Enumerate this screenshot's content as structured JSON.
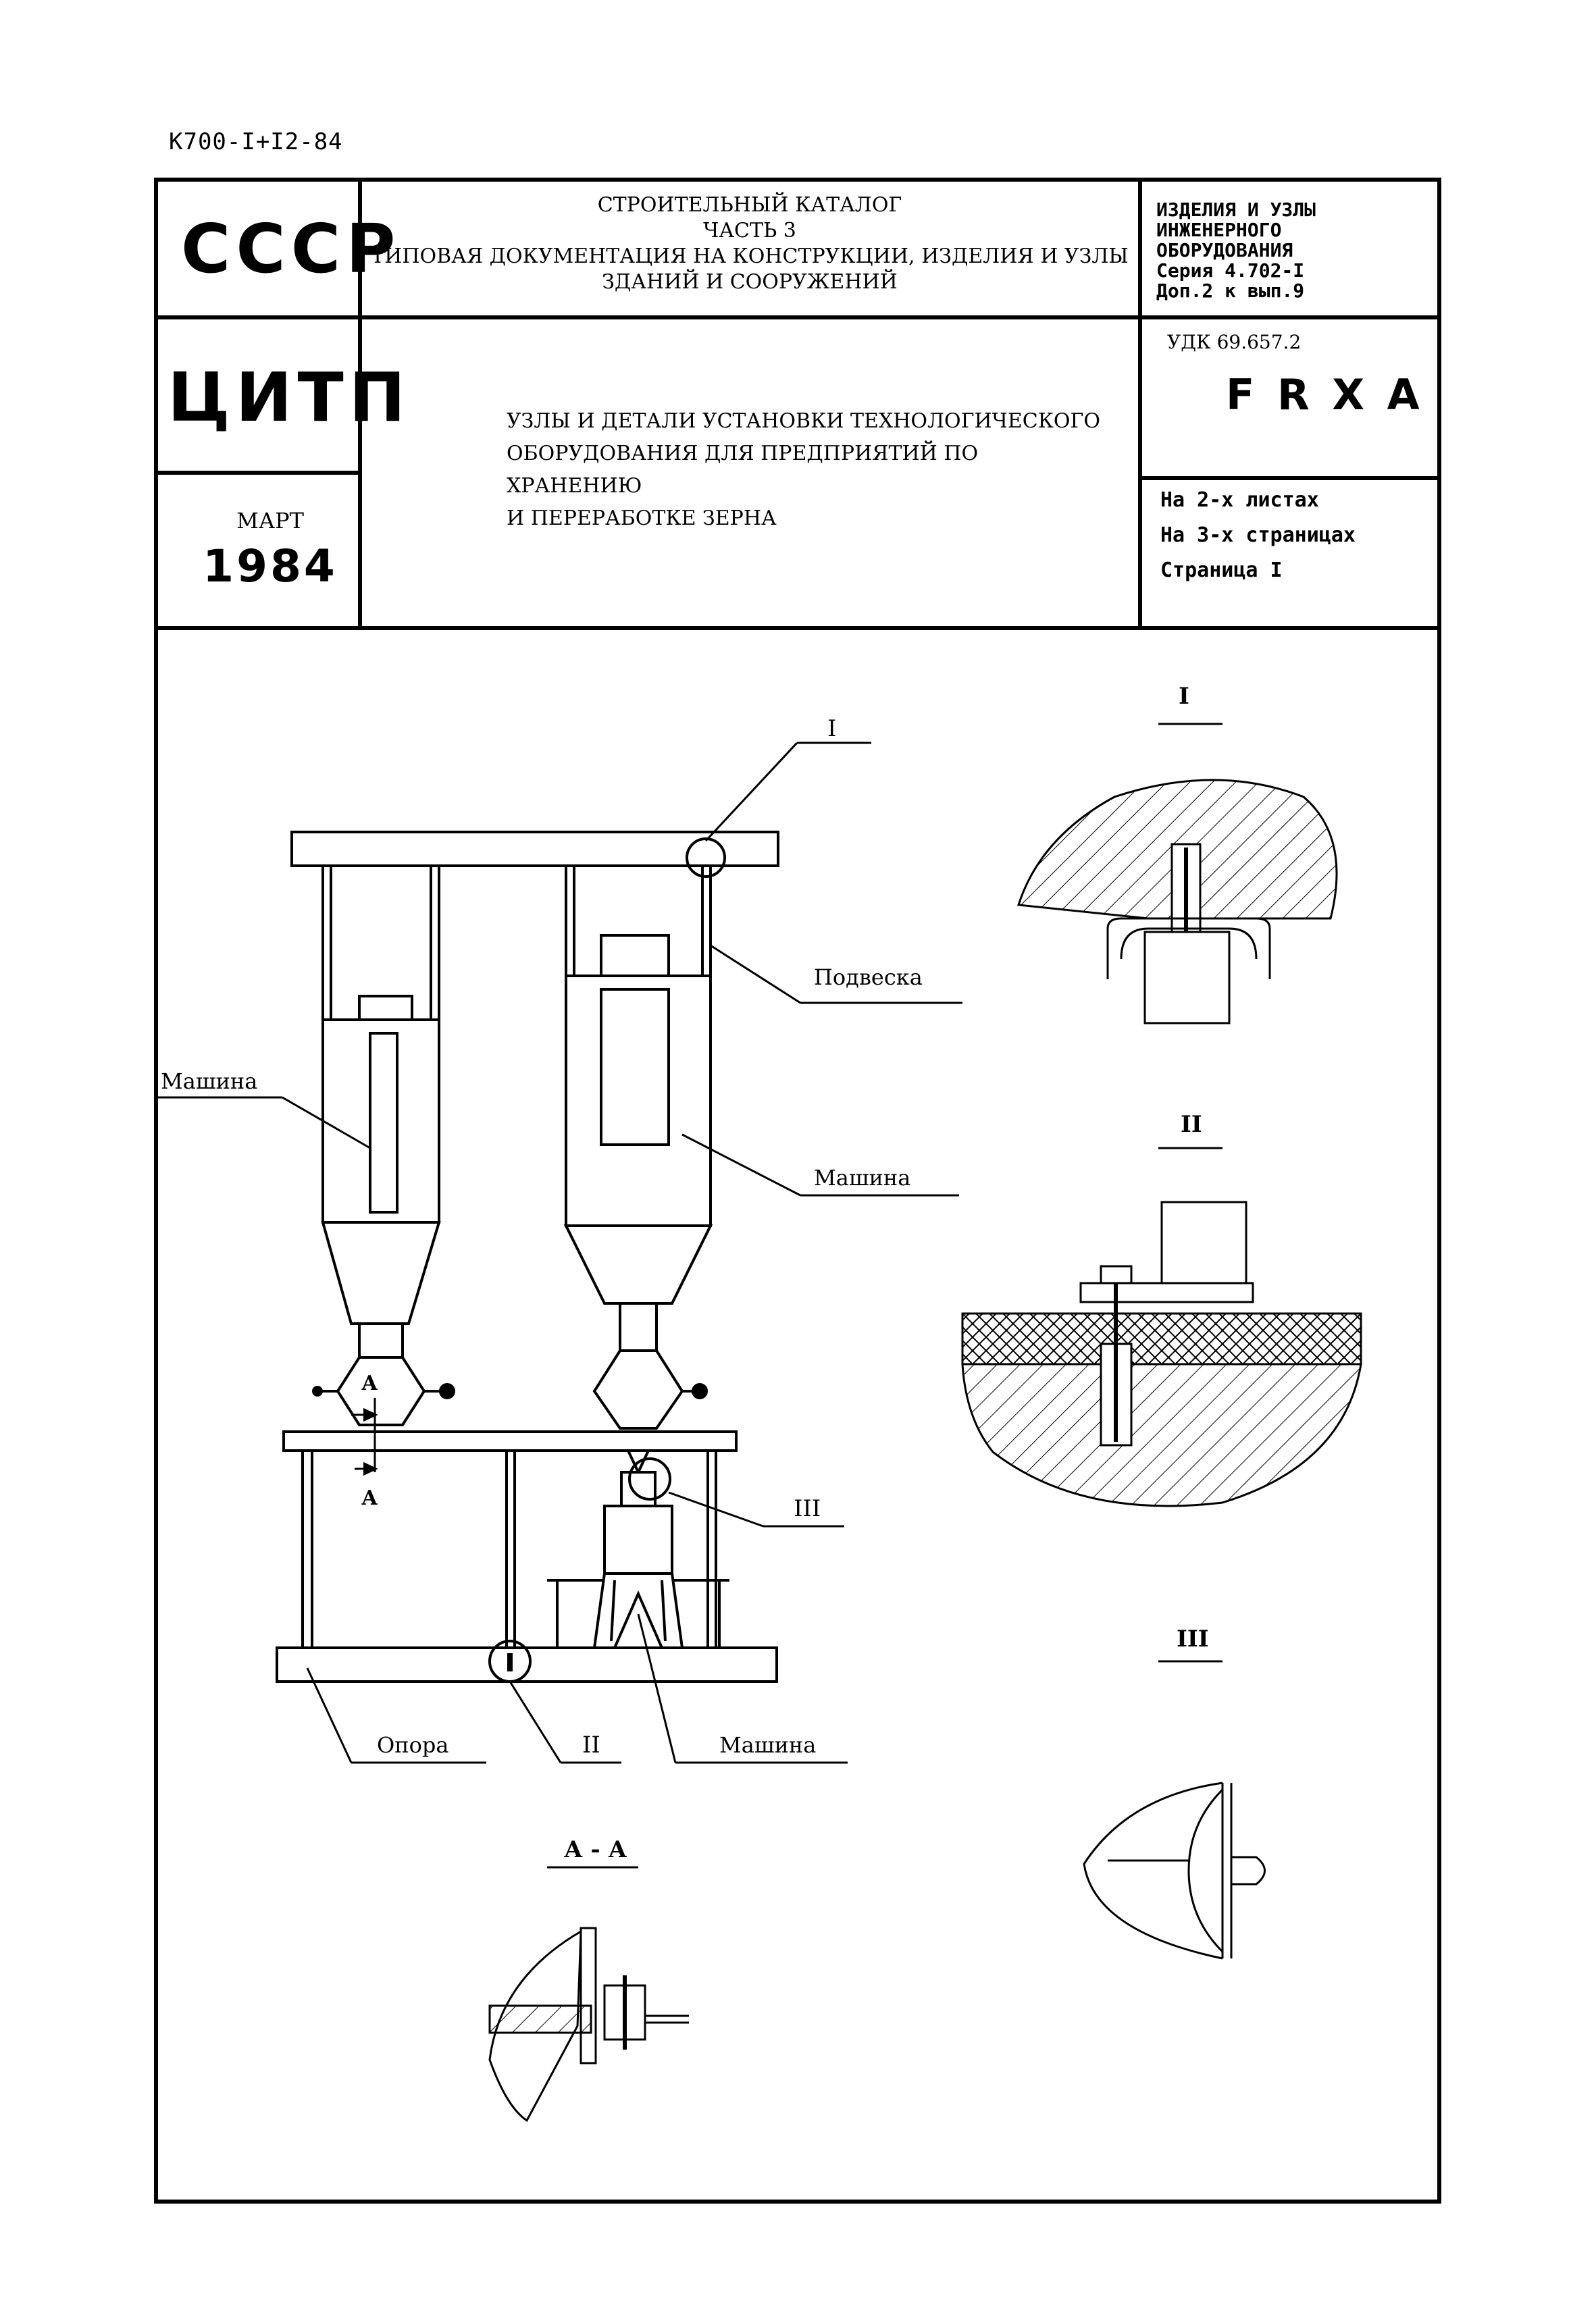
{
  "doc_code": "К700-I+I2-84",
  "left_column": {
    "ussr": "СССР",
    "citp": "ЦИТП",
    "month": "МАРТ",
    "year": "1984"
  },
  "catalog_title": {
    "line1": "СТРОИТЕЛЬНЫЙ КАТАЛОГ",
    "line2": "ЧАСТЬ 3",
    "line3": "ТИПОВАЯ ДОКУМЕНТАЦИЯ НА КОНСТРУКЦИИ, ИЗДЕЛИЯ И УЗЛЫ",
    "line4": "ЗДАНИЙ И СООРУЖЕНИЙ"
  },
  "series_block": {
    "line1": "ИЗДЕЛИЯ И УЗЛЫ",
    "line2": "ИНЖЕНЕРНОГО",
    "line3": "ОБОРУДОВАНИЯ",
    "line4": "Серия 4.702-I",
    "line5": "Доп.2 к вып.9"
  },
  "subject": {
    "line1": "УЗЛЫ И ДЕТАЛИ УСТАНОВКИ ТЕХНОЛОГИЧЕСКОГО",
    "line2": "ОБОРУДОВАНИЯ ДЛЯ ПРЕДПРИЯТИЙ ПО ХРАНЕНИЮ",
    "line3": "И ПЕРЕРАБОТКЕ ЗЕРНА"
  },
  "udk": "УДК 69.657.2",
  "code_letters": "F R X A",
  "sheet_info": {
    "sheets": "На 2-х листах",
    "pages": "На 3-х страницах",
    "page": "Страница I"
  },
  "drawing_labels": {
    "node1": "I",
    "node2": "II",
    "node3": "III",
    "podveska": "Подвеска",
    "mashina_left": "Машина",
    "mashina_right": "Машина",
    "mashina_bottom": "Машина",
    "opora": "Опора",
    "section_mark_top": "А",
    "section_mark_bottom": "А",
    "section_title": "А - А",
    "detail1_title": "I",
    "detail2_title": "II",
    "detail3_title": "III"
  }
}
